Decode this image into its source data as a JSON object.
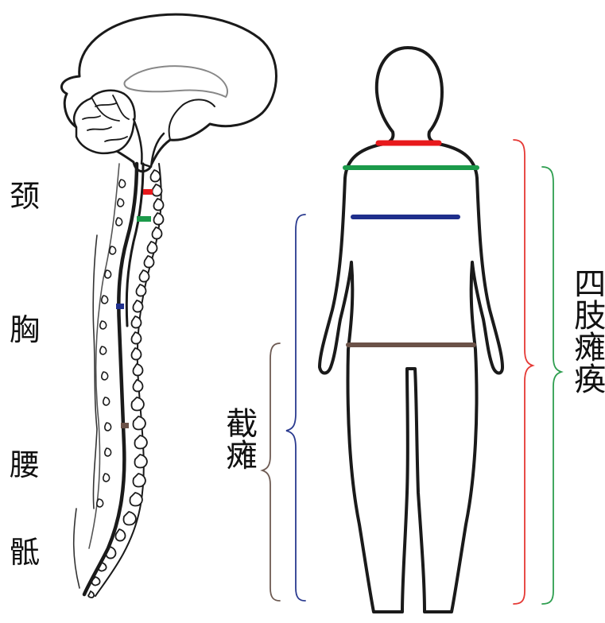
{
  "spine_regions": {
    "cervical": "颈",
    "thoracic": "胸",
    "lumbar": "腰",
    "sacral": "骶"
  },
  "outcomes": {
    "paraplegia": "截瘫",
    "tetraplegia": "四肢瘫痪"
  },
  "colors": {
    "outline": "#1a1a1a",
    "brain_fill": "#ffffff",
    "red_level": "#e8191c",
    "green_level": "#1b9a4a",
    "blue_level": "#1f2f8c",
    "brown_level": "#6b5248",
    "brace_red": "#e53935",
    "brace_green": "#2e9e4f",
    "brace_blue": "#2a3a8f",
    "brace_brown": "#6d5a52"
  }
}
